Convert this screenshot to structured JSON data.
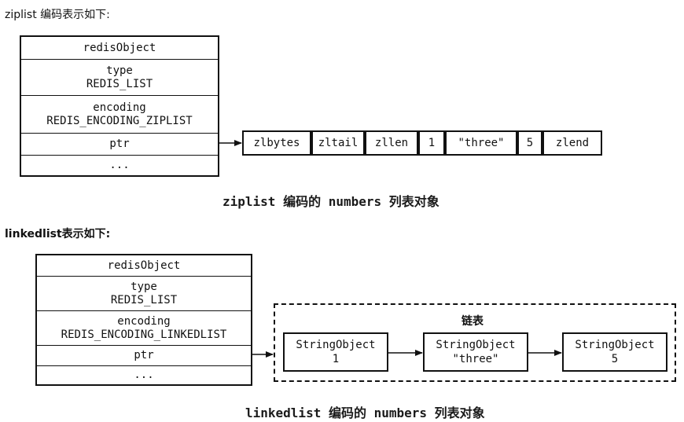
{
  "ziplist": {
    "heading": "ziplist 编码表示如下:",
    "redis_object": {
      "title": "redisObject",
      "type_label": "type",
      "type_value": "REDIS_LIST",
      "encoding_label": "encoding",
      "encoding_value": "REDIS_ENCODING_ZIPLIST",
      "ptr": "ptr",
      "more": "..."
    },
    "entries": [
      "zlbytes",
      "zltail",
      "zllen",
      "1",
      "\"three\"",
      "5",
      "zlend"
    ],
    "caption": "ziplist 编码的 numbers 列表对象"
  },
  "linkedlist": {
    "heading": "linkedlist表示如下:",
    "redis_object": {
      "title": "redisObject",
      "type_label": "type",
      "type_value": "REDIS_LIST",
      "encoding_label": "encoding",
      "encoding_value": "REDIS_ENCODING_LINKEDLIST",
      "ptr": "ptr",
      "more": "..."
    },
    "list_label": "链表",
    "nodes": [
      {
        "type": "StringObject",
        "value": "1"
      },
      {
        "type": "StringObject",
        "value": "\"three\""
      },
      {
        "type": "StringObject",
        "value": "5"
      }
    ],
    "caption": "linkedlist 编码的 numbers 列表对象"
  },
  "colors": {
    "stroke": "#111111",
    "background": "#ffffff"
  }
}
